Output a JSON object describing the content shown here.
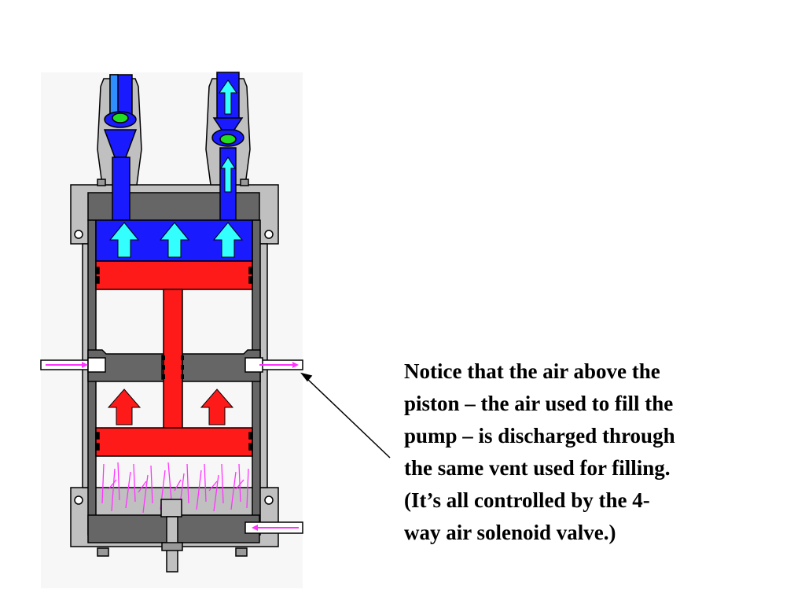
{
  "caption": {
    "lines": [
      "Notice that the air above the",
      "piston – the air used to fill the",
      "pump – is discharged through",
      "the same vent used for filling.",
      "(It’s all controlled by the 4-",
      "way air solenoid valve.)"
    ]
  },
  "colors": {
    "water": "#1a1aff",
    "pipe_light": "#2f8fff",
    "flow_arrow": "#33ffff",
    "piston": "#ff1a1a",
    "body": "#666666",
    "frame": "#c0c0c0",
    "valve_ball": "#22dd22",
    "air_arrow": "#ff33ff"
  },
  "icons": [
    "up-arrow-icon",
    "air-flow-arrow-icon",
    "pointer-arrow-icon"
  ]
}
